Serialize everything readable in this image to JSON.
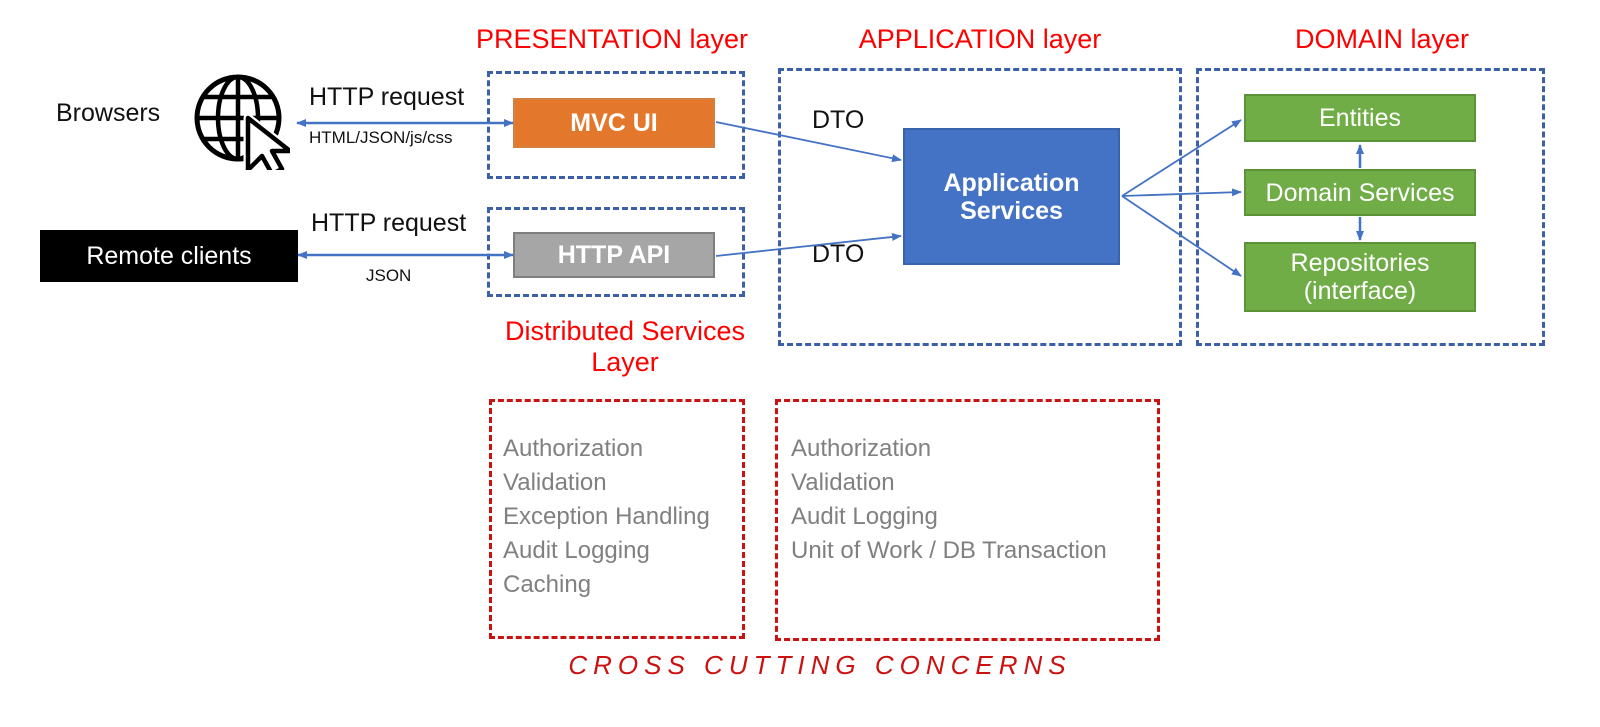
{
  "diagram": {
    "title": "Layered application architecture",
    "colors": {
      "layer_title": "#ff0000",
      "dashed_layer_border": "#3b5fa8",
      "dashed_concern_border": "#cc1111",
      "presentation_mvc": "#e3782c",
      "presentation_api": "#a6a6a6",
      "application_services": "#4472c4",
      "domain_boxes": "#70ad47",
      "remote_clients": "#000000",
      "arrow": "#4472c4",
      "concern_text": "#808080"
    }
  },
  "layer_titles": {
    "presentation": "PRESENTATION layer",
    "application": "APPLICATION layer",
    "domain": "DOMAIN layer",
    "distributed_services": "Distributed Services Layer"
  },
  "clients": {
    "browsers_label": "Browsers",
    "browsers_icon": "globe-cursor-icon",
    "remote_clients_label": "Remote clients"
  },
  "connections": {
    "browser_request": "HTTP request",
    "browser_response": "HTML/JSON/js/css",
    "remote_request": "HTTP request",
    "remote_response": "JSON",
    "dto_top": "DTO",
    "dto_bottom": "DTO"
  },
  "presentation": {
    "mvc_ui": "MVC UI",
    "http_api": "HTTP API"
  },
  "application": {
    "services": "Application Services"
  },
  "domain": {
    "entities": "Entities",
    "domain_services": "Domain Services",
    "repositories": "Repositories (interface)"
  },
  "cross_cutting": {
    "caption": "CROSS CUTTING CONCERNS",
    "distributed_services_concerns": "Authorization\nValidation\nException Handling\nAudit Logging\nCaching",
    "application_concerns": "Authorization\nValidation\nAudit Logging\nUnit of Work / DB Transaction"
  }
}
